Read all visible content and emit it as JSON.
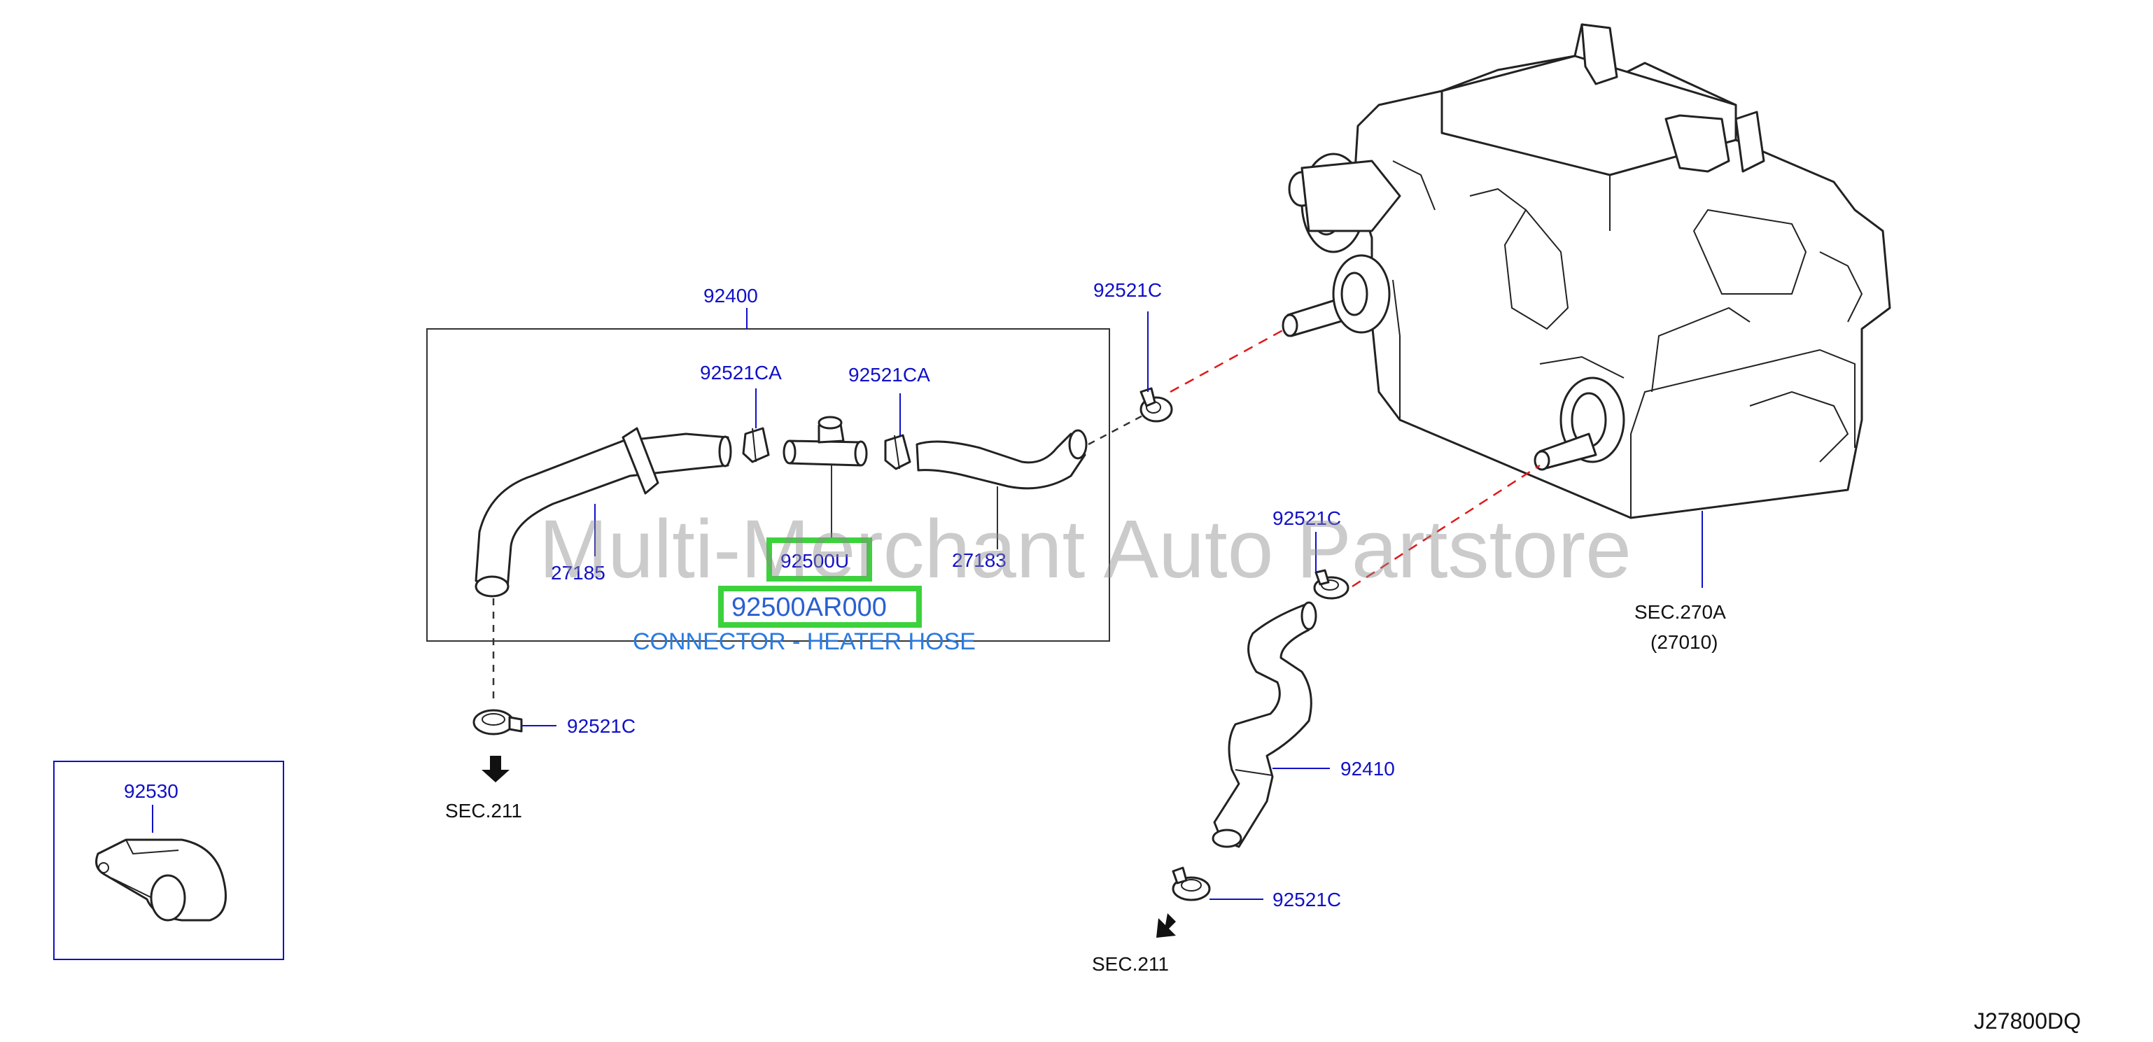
{
  "labels": {
    "p92400": "92400",
    "p92521c_top": "92521C",
    "p92521ca_left": "92521CA",
    "p92521ca_right": "92521CA",
    "p27185": "27185",
    "p92500u": "92500U",
    "p27183": "27183",
    "p92521c_mid": "92521C",
    "p92521c_left": "92521C",
    "p92410": "92410",
    "p92521c_bottom": "92521C",
    "p92530": "92530"
  },
  "sections": {
    "sec270a": "SEC.270A",
    "sec270a_sub": "(27010)",
    "sec211_left": "SEC.211",
    "sec211_bottom": "SEC.211"
  },
  "highlight": {
    "part_number": "92500AR000",
    "description": "CONNECTOR - HEATER HOSE"
  },
  "watermark": "Multi-Merchant Auto Partstore",
  "diagram_code": "J27800DQ",
  "colors": {
    "label_blue": "#1010c8",
    "highlight_green": "#3cd23c",
    "description_blue": "#2a7ae0",
    "leader_red_dashed": "#e01818"
  }
}
